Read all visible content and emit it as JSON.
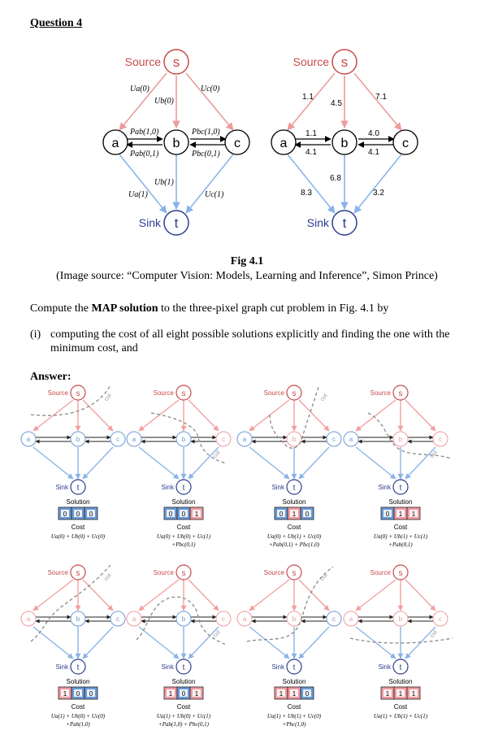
{
  "question_heading": "Question 4",
  "figure": {
    "title": "Fig 4.1",
    "source": "(Image source: “Computer Vision: Models, Learning and Inference”, Simon Prince)",
    "node_labels": {
      "source": "Source",
      "sink": "Sink",
      "s": "s",
      "t": "t",
      "a": "a",
      "b": "b",
      "c": "c"
    },
    "left_graph_edges": {
      "ua0": "Ua(0)",
      "ub0": "Ub(0)",
      "uc0": "Uc(0)",
      "pab10": "Pab(1,0)",
      "pab01": "Pab(0,1)",
      "pbc10": "Pbc(1,0)",
      "pbc01": "Pbc(0,1)",
      "ua1": "Ua(1)",
      "ub1": "Ub(1)",
      "uc1": "Uc(1)"
    },
    "right_graph_edges": {
      "sa": "1.1",
      "sb": "4.5",
      "sc": "7.1",
      "ab_top": "1.1",
      "ab_bottom": "4.1",
      "bc_top": "4.0",
      "bc_bottom": "4.1",
      "at": "8.3",
      "bt": "6.8",
      "ct": "3.2"
    }
  },
  "body_text": {
    "instruction_prefix": "Compute the ",
    "instruction_bold": "MAP solution",
    "instruction_suffix": " to the three-pixel graph cut problem in Fig. 4.1 by",
    "item_i_label": "(i)",
    "item_i_line1": "computing the cost of all eight possible solutions explicitly and finding the one with the",
    "item_i_line2": "minimum cost, and"
  },
  "answer_label": "Answer:",
  "solutions": [
    {
      "bits": [
        "0",
        "0",
        "0"
      ],
      "cost_line1": "Ua(0) + Ub(0) + Uc(0)",
      "cost_line2": ""
    },
    {
      "bits": [
        "0",
        "0",
        "1"
      ],
      "cost_line1": "Ua(0) + Ub(0) + Uc(1)",
      "cost_line2": "+Pbc(0,1)"
    },
    {
      "bits": [
        "0",
        "1",
        "0"
      ],
      "cost_line1": "Ua(0) + Ub(1) + Uc(0)",
      "cost_line2": "+Pab(0,1) + Pbc(1,0)"
    },
    {
      "bits": [
        "0",
        "1",
        "1"
      ],
      "cost_line1": "Ua(0) + Ub(1) + Uc(1)",
      "cost_line2": "+Pab(0,1)"
    },
    {
      "bits": [
        "1",
        "0",
        "0"
      ],
      "cost_line1": "Ua(1) + Ub(0) + Uc(0)",
      "cost_line2": "+Pab(1,0)"
    },
    {
      "bits": [
        "1",
        "0",
        "1"
      ],
      "cost_line1": "Ua(1) + Ub(0) + Uc(1)",
      "cost_line2": "+Pab(1,0) + Pbc(0,1)"
    },
    {
      "bits": [
        "1",
        "1",
        "0"
      ],
      "cost_line1": "Ua(1) + Ub(1) + Uc(0)",
      "cost_line2": "+Pbc(1,0)"
    },
    {
      "bits": [
        "1",
        "1",
        "1"
      ],
      "cost_line1": "Ua(1) + Ub(1) + Uc(1)",
      "cost_line2": ""
    }
  ],
  "mini_labels": {
    "source": "Source",
    "sink": "Sink",
    "s": "s",
    "t": "t",
    "a": "a",
    "b": "b",
    "c": "c",
    "solution": "Solution",
    "cost": "Cost",
    "cut": "cut"
  },
  "colors": {
    "source_edge": "#f2a0a0",
    "sink_edge": "#8ab4e8",
    "node_fill_zero": "#6a99d6",
    "node_fill_one": "#f09aa0",
    "source_stroke": "#c84a4a",
    "sink_stroke": "#2c3e8c"
  }
}
